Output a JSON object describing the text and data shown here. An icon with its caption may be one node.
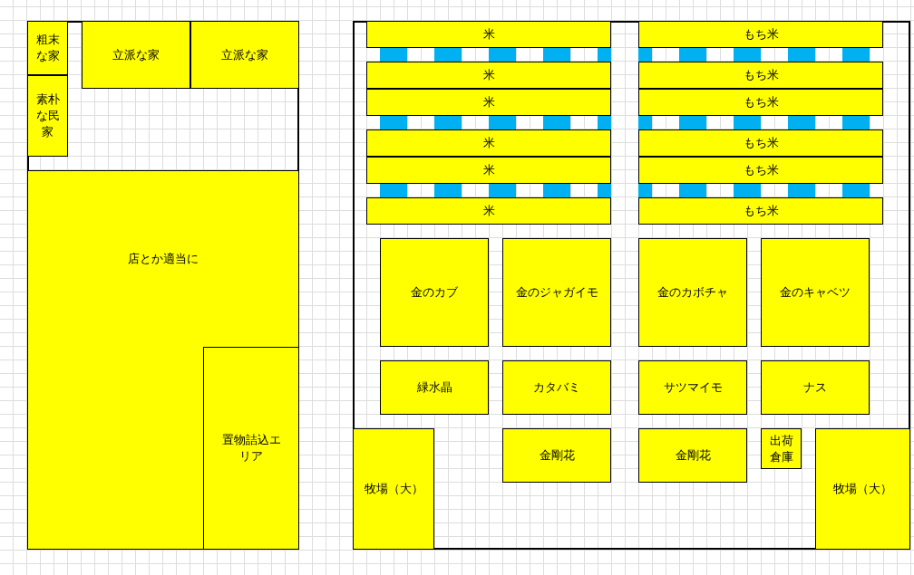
{
  "diagram": {
    "nodes": [
      {
        "text": [],
        "shape": "box"
      },
      {
        "text": [
          "粗末な家"
        ],
        "in": 0
      },
      {
        "text": [
          "立派な家"
        ],
        "in": 0
      },
      {
        "text": [
          "立派な家"
        ],
        "in": 0
      },
      {
        "text": [
          "素朴な民家"
        ],
        "in": 0
      },
      {
        "text": [
          "店とか適当に"
        ],
        "in": 0
      },
      {
        "text": [
          "置物詰込エリア"
        ],
        "in": 5
      },
      {
        "text": [],
        "shape": "box"
      },
      {
        "text": [
          "米"
        ],
        "in": 7
      },
      {
        "text": [
          "もち米"
        ],
        "in": 7
      },
      {
        "text": [
          "米"
        ],
        "in": 7
      },
      {
        "text": [
          "もち米"
        ],
        "in": 7
      },
      {
        "text": [
          "米"
        ],
        "in": 7
      },
      {
        "text": [
          "もち米"
        ],
        "in": 7
      },
      {
        "text": [
          "米"
        ],
        "in": 7
      },
      {
        "text": [
          "もち米"
        ],
        "in": 7
      },
      {
        "text": [
          "米"
        ],
        "in": 7
      },
      {
        "text": [
          "もち米"
        ],
        "in": 7
      },
      {
        "text": [
          "米"
        ],
        "in": 7
      },
      {
        "text": [
          "もち米"
        ],
        "in": 7
      },
      {
        "text": [
          "金のカブ"
        ],
        "in": 7
      },
      {
        "text": [
          "金のジャガイモ"
        ],
        "in": 7
      },
      {
        "text": [
          "金のカボチャ"
        ],
        "in": 7
      },
      {
        "text": [
          "金のキャベツ"
        ],
        "in": 7
      },
      {
        "text": [
          "緑水晶"
        ],
        "in": 7
      },
      {
        "text": [
          "カタバミ"
        ],
        "in": 7
      },
      {
        "text": [
          "サツマイモ"
        ],
        "in": 7
      },
      {
        "text": [
          "ナス"
        ],
        "in": 7
      },
      {
        "text": [
          "金剛花"
        ],
        "in": 7
      },
      {
        "text": [
          "金剛花"
        ],
        "in": 7
      },
      {
        "text": [
          "出荷倉庫"
        ],
        "in": 7
      },
      {
        "text": [
          "牧場（大）"
        ],
        "in": 7
      },
      {
        "text": [
          "牧場（大）"
        ],
        "in": 7
      }
    ]
  }
}
